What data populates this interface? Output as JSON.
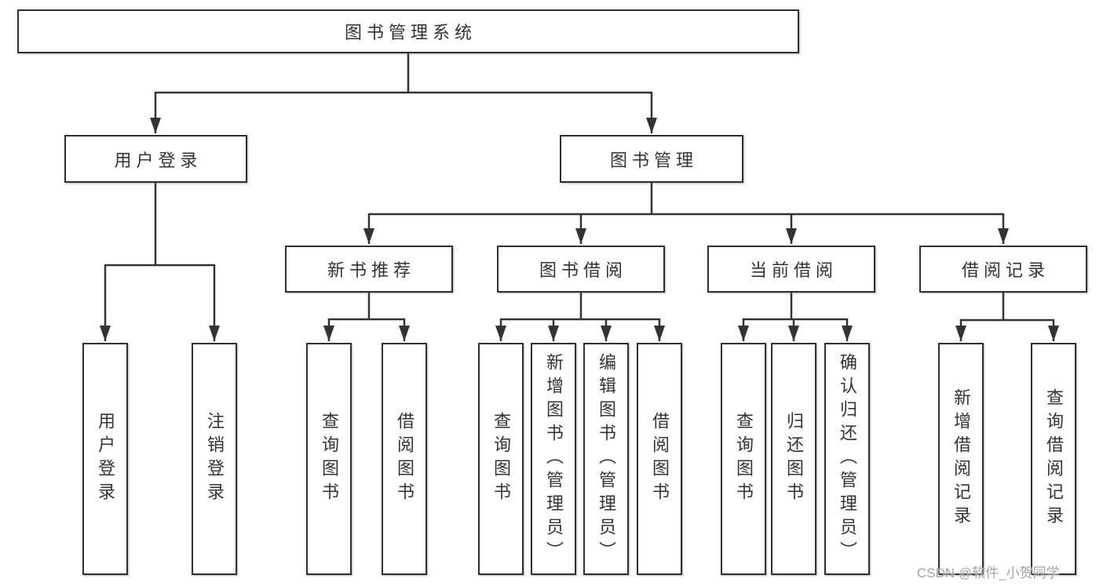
{
  "diagram": {
    "root": {
      "label": "图书管理系统"
    },
    "level2": [
      {
        "label": "用户登录"
      },
      {
        "label": "图书管理"
      }
    ],
    "level3": [
      {
        "label": "新书推荐"
      },
      {
        "label": "图书借阅"
      },
      {
        "label": "当前借阅"
      },
      {
        "label": "借阅记录"
      }
    ],
    "leaves": {
      "user_login": [
        {
          "label": "用户登录"
        },
        {
          "label": "注销登录"
        }
      ],
      "new_books": [
        {
          "label": "查询图书"
        },
        {
          "label": "借阅图书"
        }
      ],
      "book_borrow": [
        {
          "label": "查询图书"
        },
        {
          "label": "新增图书（管理员）"
        },
        {
          "label": "编辑图书（管理员）"
        },
        {
          "label": "借阅图书"
        }
      ],
      "current_borrow": [
        {
          "label": "查询图书"
        },
        {
          "label": "归还图书"
        },
        {
          "label": "确认归还（管理员）"
        }
      ],
      "borrow_records": [
        {
          "label": "新增借阅记录"
        },
        {
          "label": "查询借阅记录"
        }
      ]
    }
  },
  "watermark": {
    "text": "CSDN @软件_小贺同学"
  },
  "colors": {
    "line": "#333333",
    "box_border": "#2f2f2f",
    "box_fill": "#ffffff",
    "text": "#333333",
    "watermark": "#a3a3a3",
    "background": "#ffffff"
  }
}
